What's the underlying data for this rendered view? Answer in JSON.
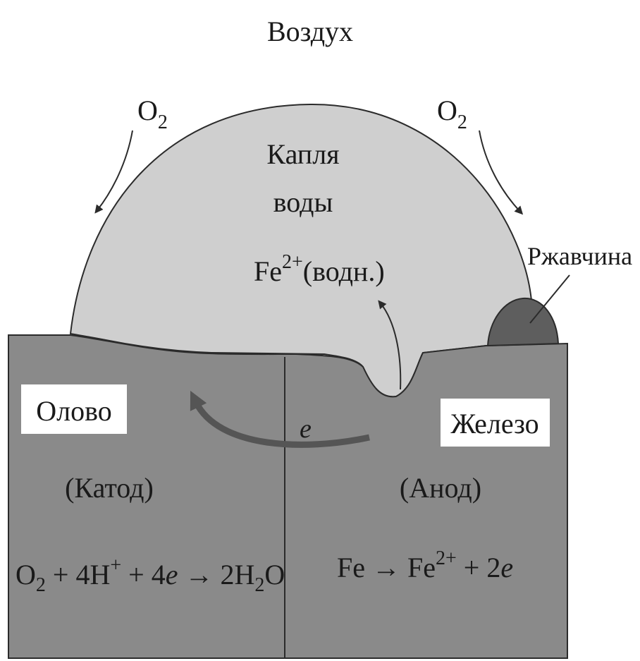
{
  "labels": {
    "air": "Воздух",
    "oxygen": "O",
    "oxygen_sub": "2",
    "drop_line1": "Капля",
    "drop_line2": "воды",
    "fe": "Fe",
    "fe_sup": "2+",
    "aqueous": "(водн.)",
    "rust": "Ржавчина",
    "tin": "Олово",
    "cathode": "(Катод)",
    "iron": "Железо",
    "anode": "(Анод)",
    "electron": "e"
  },
  "cathode_equation": {
    "o": "O",
    "o_sub": "2",
    "plus1": " + 4H",
    "h_sup": "+",
    "plus2": " + 4",
    "e": "e",
    "arrow": " → 2H",
    "h2o_sub": "2",
    "o_end": "O"
  },
  "anode_equation": {
    "fe": "Fe → Fe",
    "fe_sup": "2+",
    "plus": " + 2",
    "e": "e"
  },
  "colors": {
    "water_drop": "#cfcfcf",
    "metal": "#8a8a8a",
    "rust": "#5e5e5e",
    "outline": "#2b2b2b"
  }
}
